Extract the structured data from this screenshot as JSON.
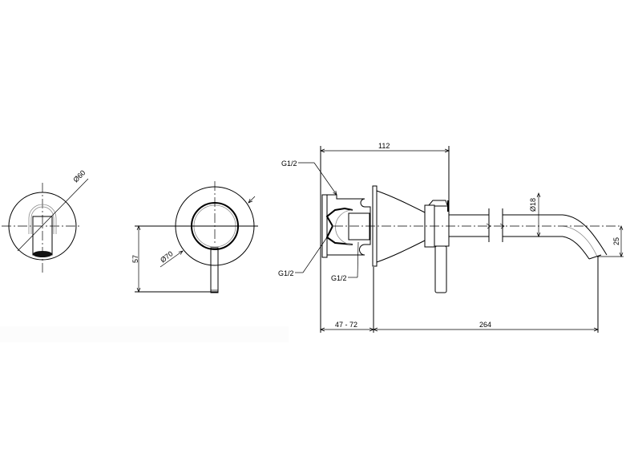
{
  "drawing": {
    "type": "Technical drawing - wall-mounted single lever mixer with spout",
    "views": {
      "front_spout": {
        "diameter_label": "Ø60"
      },
      "front_mixer": {
        "diameter_label": "Ø70",
        "height_label": "57"
      },
      "side": {
        "overall_body_label": "112",
        "wall_depth_label": "47 - 72",
        "spout_length_label": "264",
        "spout_diameter_label": "Ø18",
        "spout_drop_label": "25",
        "thread_labels": [
          "G1/2",
          "G1/2",
          "G1/2"
        ]
      }
    },
    "colors": {
      "line": "#000000",
      "background": "#ffffff"
    }
  }
}
